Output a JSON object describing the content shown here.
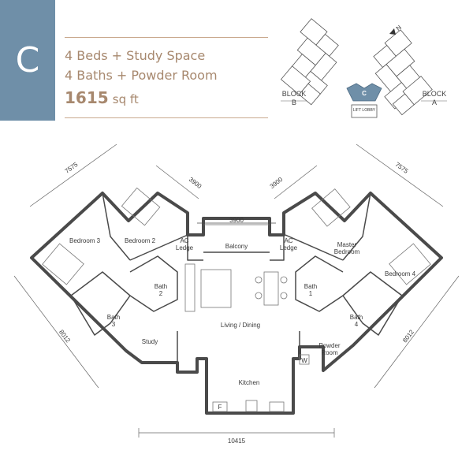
{
  "unit": {
    "letter": "C",
    "beds": "4 Beds + Study Space",
    "baths": "4 Baths + Powder Room",
    "area_value": "1615",
    "area_unit": "sq ft"
  },
  "keyplan": {
    "block_b_line1": "BLOCK",
    "block_b_line2": "B",
    "block_a_line1": "BLOCK",
    "block_a_line2": "A",
    "unit_marker": "C",
    "lift_lobby": "LIFT LOBBY",
    "north_label": "N"
  },
  "rooms": {
    "bedroom3": "Bedroom 3",
    "bedroom2": "Bedroom 2",
    "ac_ledge_left_1": "AC",
    "ac_ledge_left_2": "Ledge",
    "balcony": "Balcony",
    "ac_ledge_right_1": "AC",
    "ac_ledge_right_2": "Ledge",
    "master_1": "Master",
    "master_2": "Bedroom",
    "bedroom4": "Bedroom 4",
    "bath2_1": "Bath",
    "bath2_2": "2",
    "bath3_1": "Bath",
    "bath3_2": "3",
    "bath1_1": "Bath",
    "bath1_2": "1",
    "bath4_1": "Bath",
    "bath4_2": "4",
    "living": "Living / Dining",
    "study": "Study",
    "powder_1": "Powder",
    "powder_2": "Room",
    "kitchen": "Kitchen",
    "w_mark": "W",
    "f_mark": "F"
  },
  "dimensions": {
    "left_top": "7575",
    "left_wing_top": "3900",
    "right_wing_top": "3900",
    "right_top": "7575",
    "balcony": "3900",
    "left_side": "8012",
    "right_side": "8012",
    "bottom": "10415"
  }
}
